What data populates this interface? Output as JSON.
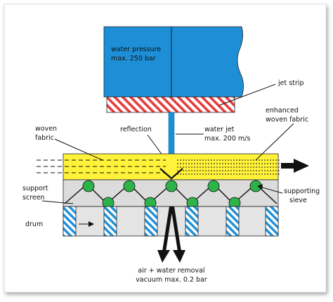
{
  "colors": {
    "water_blue": "#1E8FD6",
    "fabric_yellow": "#FFF23A",
    "screen_gray": "#DCDCDC",
    "drum_gray": "#E4E4E4",
    "sieve_green": "#2DB34A",
    "strip_red": "#E53B3B",
    "stroke": "#222222"
  },
  "labels": {
    "water_pressure_line1": "water pressure",
    "water_pressure_line2": "max. 250 bar",
    "jet_strip": "jet strip",
    "enhanced_line1": "enhanced",
    "enhanced_line2": "woven fabric",
    "woven_line1": "woven",
    "woven_line2": "fabric",
    "reflection": "reflection",
    "water_jet_line1": "water jet",
    "water_jet_line2": "max. 200 m/s",
    "support_line1": "support",
    "support_line2": "screen",
    "supporting_line1": "supporting",
    "supporting_line2": "sieve",
    "drum": "drum",
    "removal_line1": "air + water removal",
    "removal_line2": "vacuum max. 0.2 bar"
  }
}
